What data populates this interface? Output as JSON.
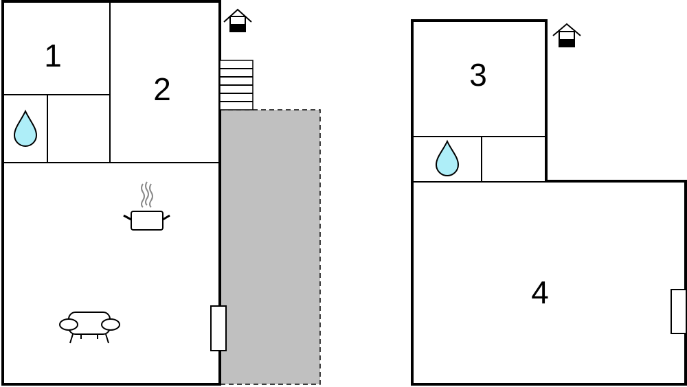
{
  "rooms": [
    {
      "id": "1",
      "label": "1"
    },
    {
      "id": "2",
      "label": "2"
    },
    {
      "id": "3",
      "label": "3"
    },
    {
      "id": "4",
      "label": "4"
    }
  ],
  "icons": [
    "house-entrance-icon",
    "water-drop-icon",
    "cooking-pot-icon",
    "sofa-icon",
    "stairs-icon",
    "window-icon"
  ],
  "colors": {
    "wall": "#000000",
    "terrace": "#c0c0c0",
    "water": "#aeeef8",
    "background": "#ffffff"
  }
}
